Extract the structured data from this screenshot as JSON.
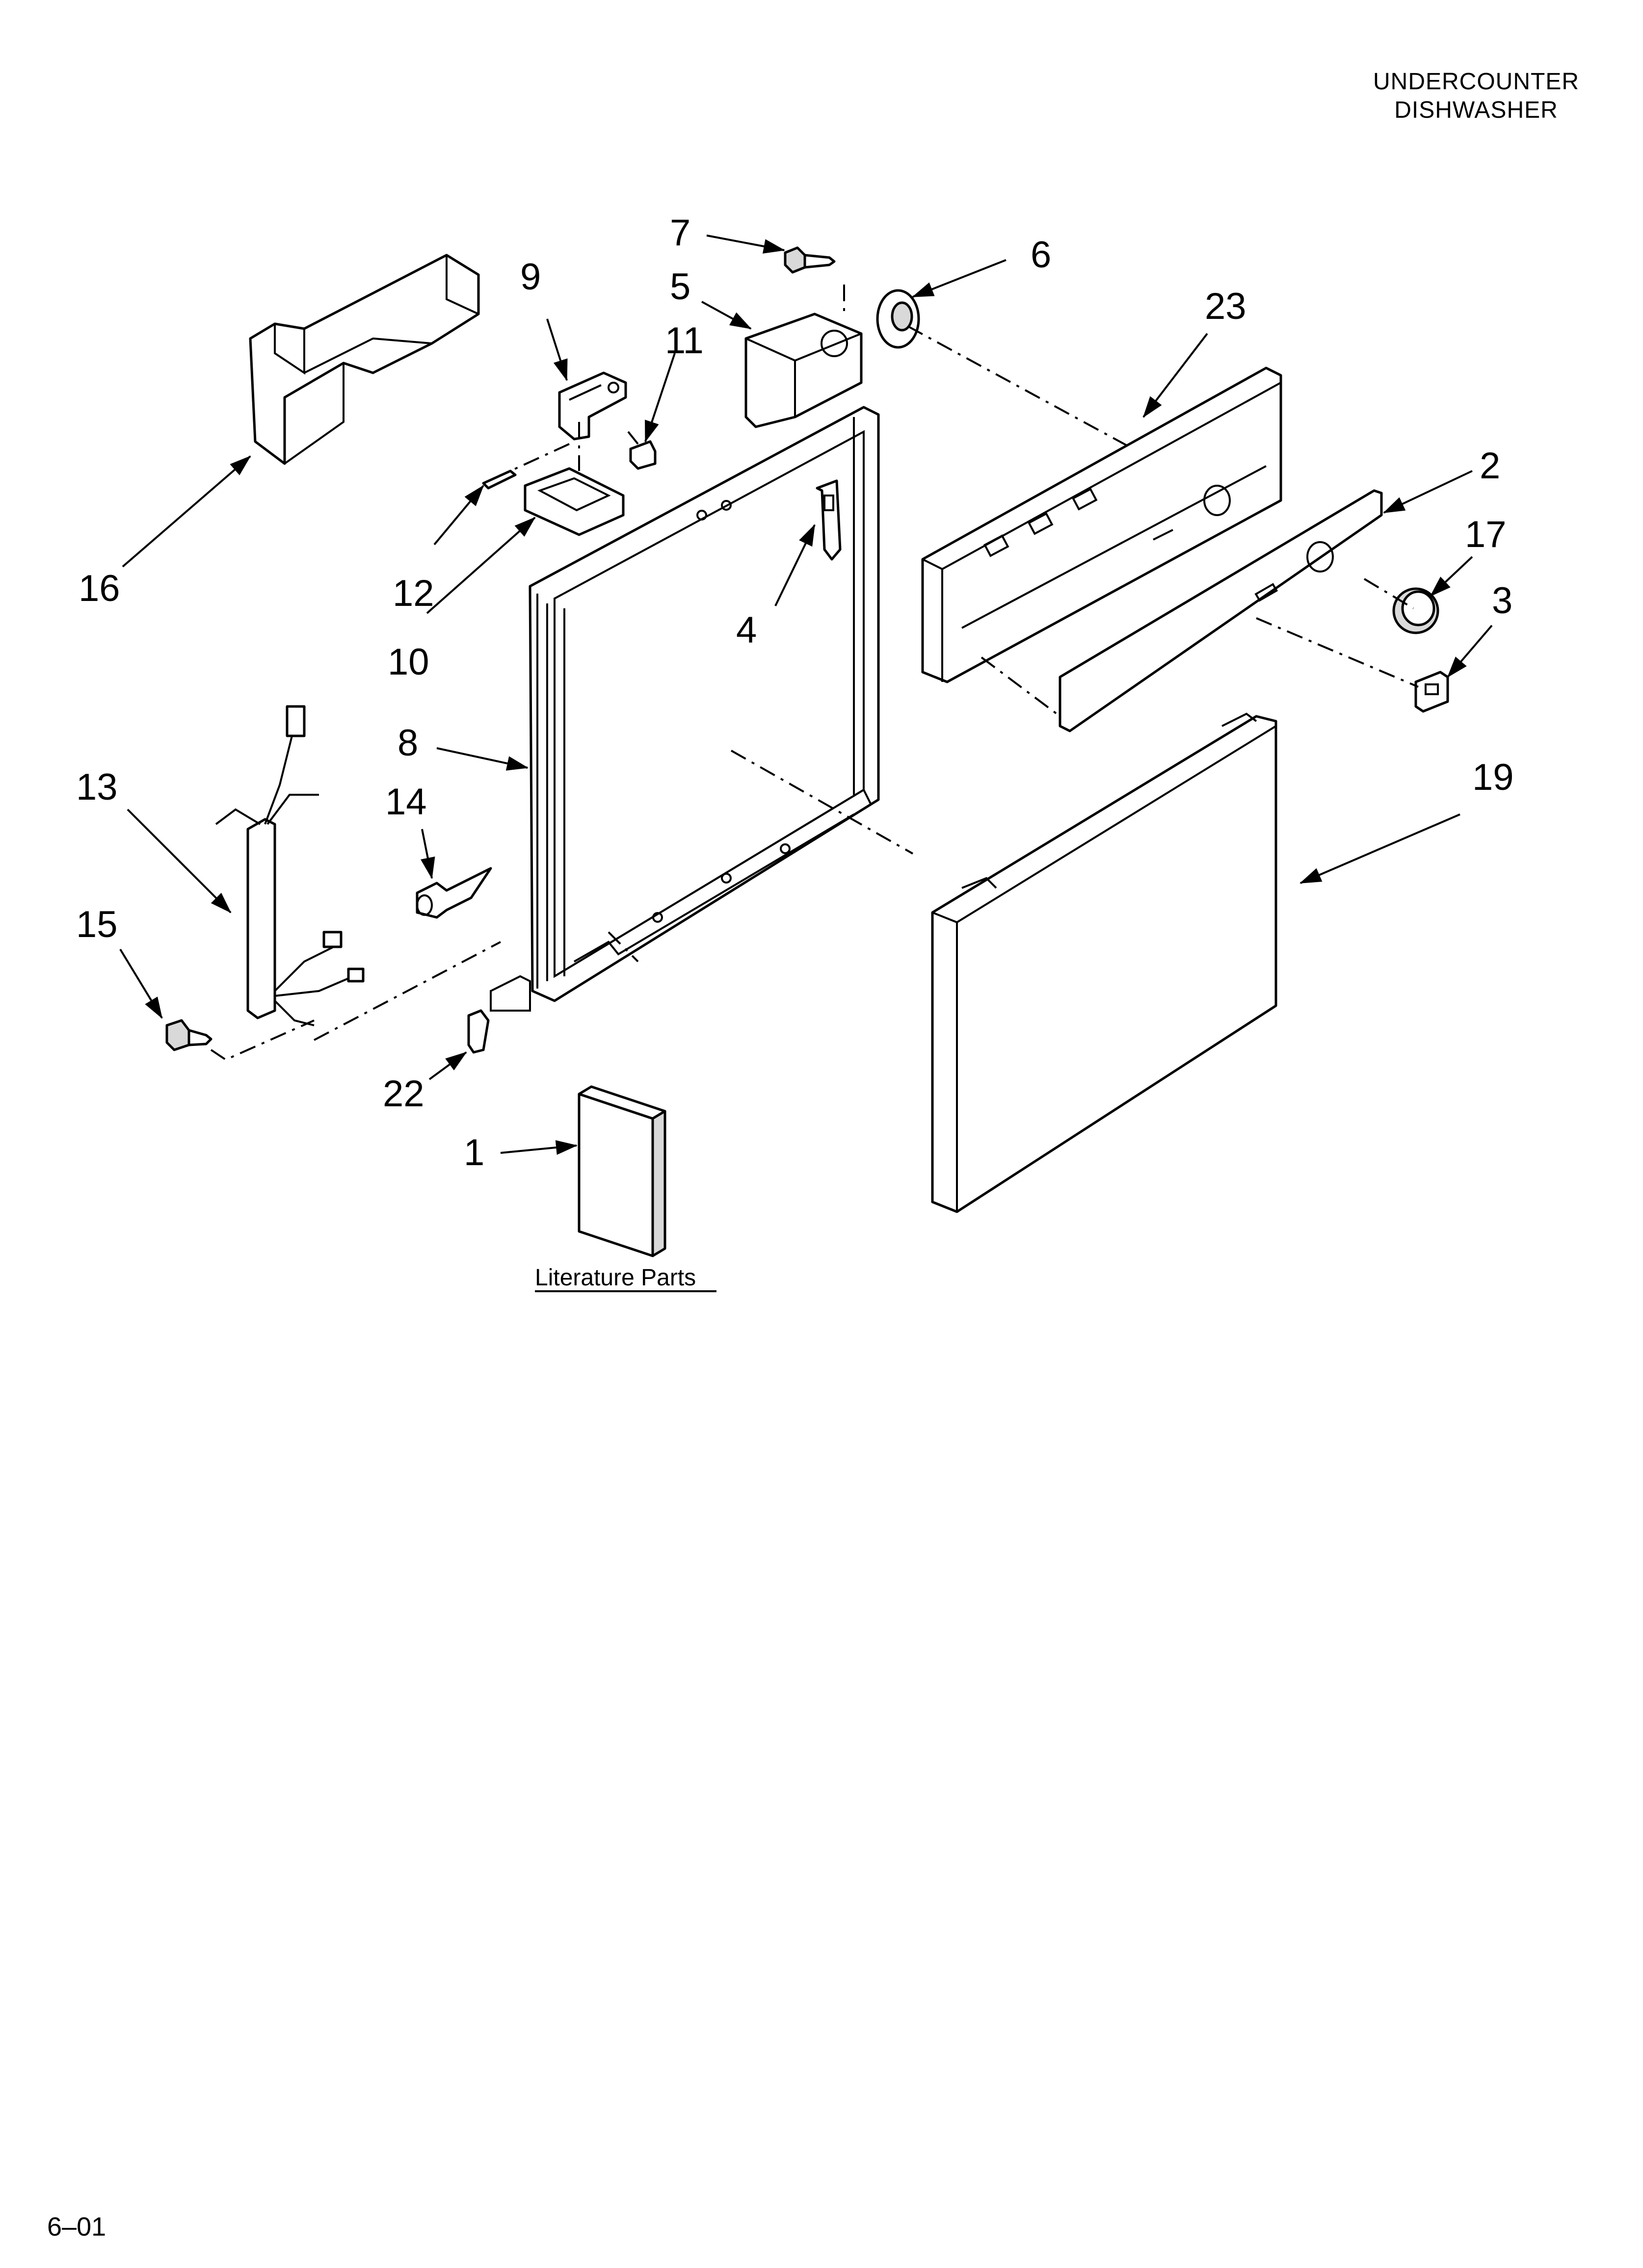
{
  "header": {
    "line1": "UNDERCOUNTER",
    "line2": "DISHWASHER"
  },
  "footer": {
    "page_code": "6–01"
  },
  "callouts": [
    "7",
    "6",
    "5",
    "23",
    "9",
    "11",
    "16",
    "12",
    "10",
    "4",
    "2",
    "17",
    "3",
    "8",
    "13",
    "14",
    "19",
    "15",
    "22",
    "1"
  ],
  "literature_caption": "Literature Parts"
}
